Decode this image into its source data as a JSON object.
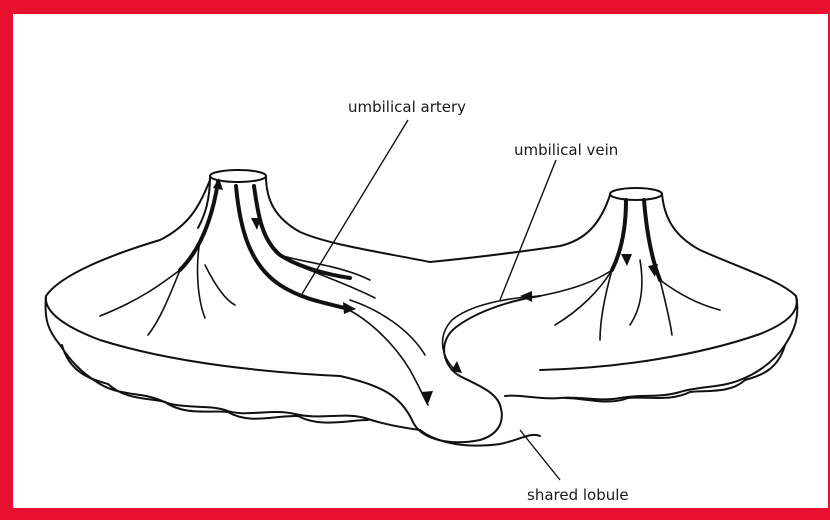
{
  "labels": {
    "umbilical_artery": "umbilical  artery",
    "umbilical_vein": "umbilical vein",
    "shared_lobule": "shared  lobule"
  },
  "colors": {
    "frame": "#e8102f",
    "ink": "#111111",
    "background": "#ffffff"
  }
}
